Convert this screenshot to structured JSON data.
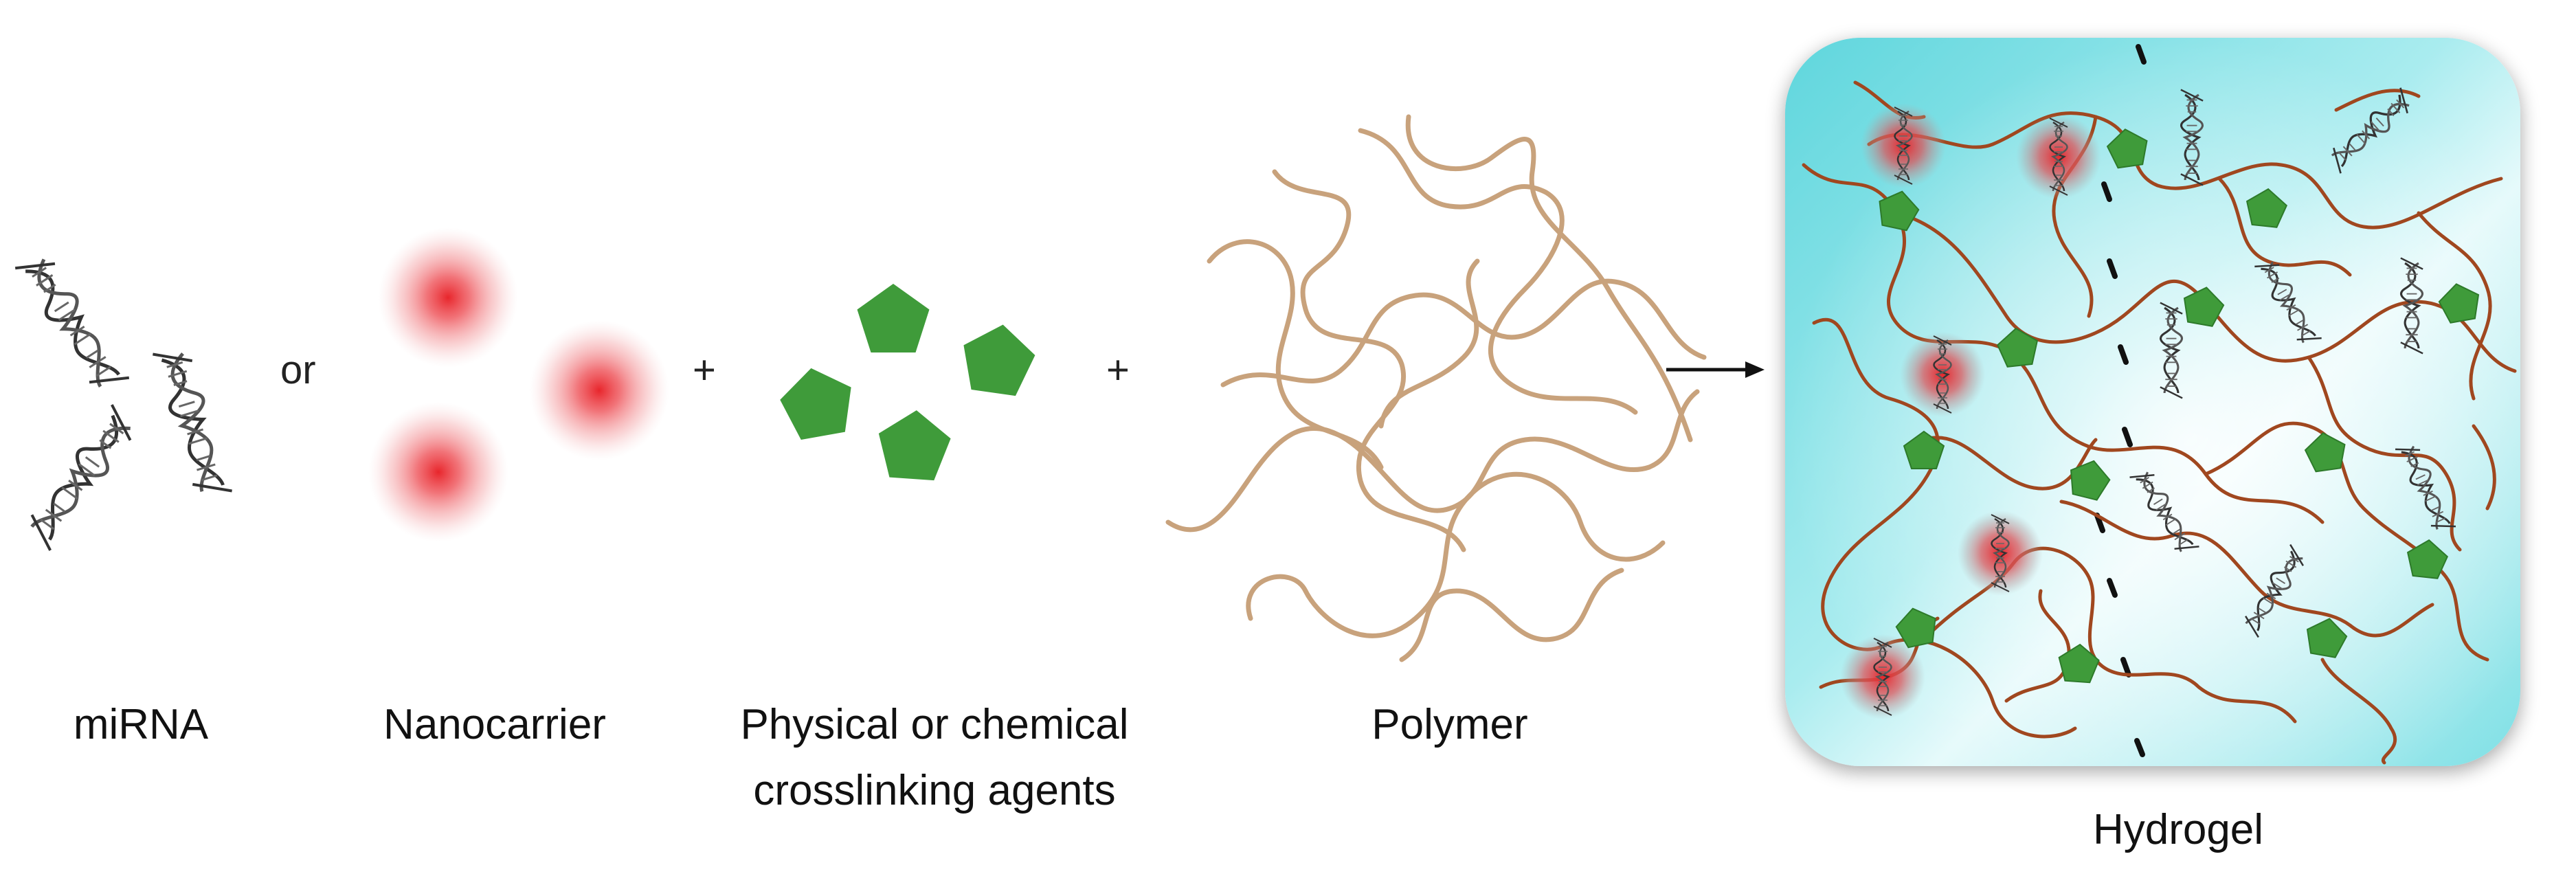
{
  "labels": {
    "mirna": "miRNA",
    "or": "or",
    "nanocarrier": "Nanocarrier",
    "crosslinker_line1": "Physical or chemical",
    "crosslinker_line2": "crosslinking agents",
    "plus1": "+",
    "plus2": "+",
    "polymer": "Polymer",
    "hydrogel": "Hydrogel"
  },
  "colors": {
    "polymer_strand": "#c8a27c",
    "hydrogel_strand": "#a0471f",
    "crosslinker": "#3f9b3a",
    "nanocarrier": "#e8262c",
    "hydrogel_bg": "#66d9df",
    "helix": "#333333"
  },
  "icons": {
    "mirna": "rna-helix-icon",
    "nanocarrier": "nanoparticle-icon",
    "crosslinker": "pentagon-icon",
    "arrow": "right-arrow-icon"
  }
}
